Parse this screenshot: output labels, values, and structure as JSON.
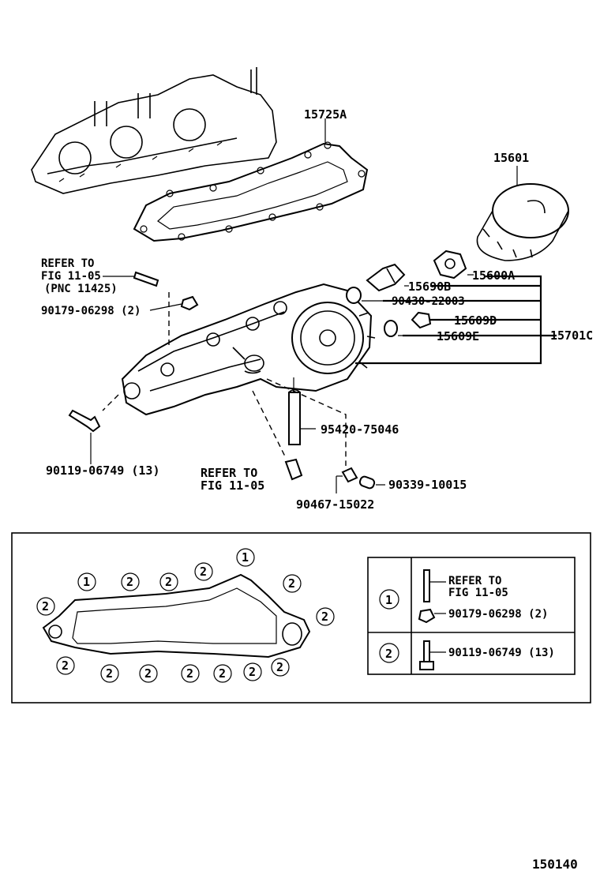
{
  "figure_number": "150140",
  "parts": {
    "gasket_top": "15725A",
    "oil_filter": "15601",
    "filter_bracket": "15600A",
    "sensor_b": "15690B",
    "gasket_ring": "90430-22003",
    "plug_d": "15609D",
    "oring_e": "15609E",
    "cooler_assy": "15701C",
    "hose": "95420-75046",
    "bolt_13": "90119-06749 (13)",
    "nut_2": "90179-06298 (2)",
    "plug_a": "90467-15022",
    "cap": "90339-10015"
  },
  "refer_upper": [
    "REFER TO",
    "FIG 11-05",
    "(PNC 11425)"
  ],
  "refer_lower": [
    "REFER TO",
    "FIG 11-05"
  ],
  "legend": {
    "row1": {
      "marker": "1",
      "refer": [
        "REFER TO",
        "FIG 11-05"
      ],
      "part": "90179-06298 (2)"
    },
    "row2": {
      "marker": "2",
      "part": "90119-06749 (13)"
    }
  },
  "gasket_markers": {
    "one": "1",
    "two": "2"
  }
}
